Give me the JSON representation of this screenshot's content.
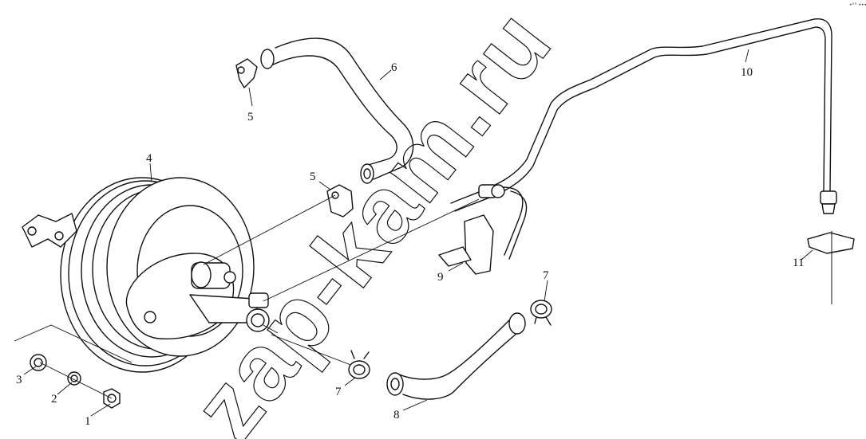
{
  "watermark": "zap-kam.ru",
  "corner_mark": "•°° •••",
  "callouts": {
    "c1": "1",
    "c2": "2",
    "c3": "3",
    "c4": "4",
    "c5a": "5",
    "c5b": "5",
    "c6": "6",
    "c7a": "7",
    "c7b": "7",
    "c8": "8",
    "c9": "9",
    "c10": "10",
    "c11": "11"
  }
}
